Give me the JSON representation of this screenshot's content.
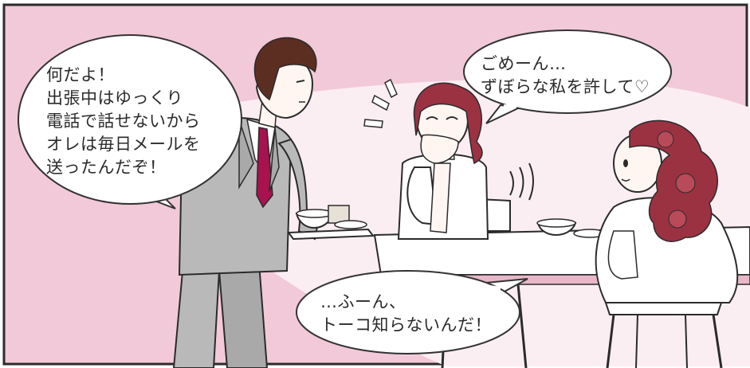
{
  "bubbles": {
    "man": {
      "lines": [
        "何だよ！",
        "出張中はゆっくり",
        "電話で話せないから",
        "オレは毎日メールを",
        "送ったんだぞ！"
      ]
    },
    "woman_center": {
      "lines": [
        "ごめーん…",
        "ずぼらな私を許して♡"
      ]
    },
    "woman_right": {
      "lines": [
        "…ふーん、",
        "トーコ知らないんだ！"
      ]
    }
  },
  "colors": {
    "background_pink": "#f2c9d8",
    "background_light": "#fbeef3",
    "table": "#ffffff",
    "suit": "#b9b9b9",
    "tie": "#a8124f",
    "hair_brown": "#5c2e22",
    "hair_red": "#9b3242",
    "line": "#2b2b2b",
    "bubble_fill": "#ffffff",
    "bubble_stroke": "#333333"
  }
}
